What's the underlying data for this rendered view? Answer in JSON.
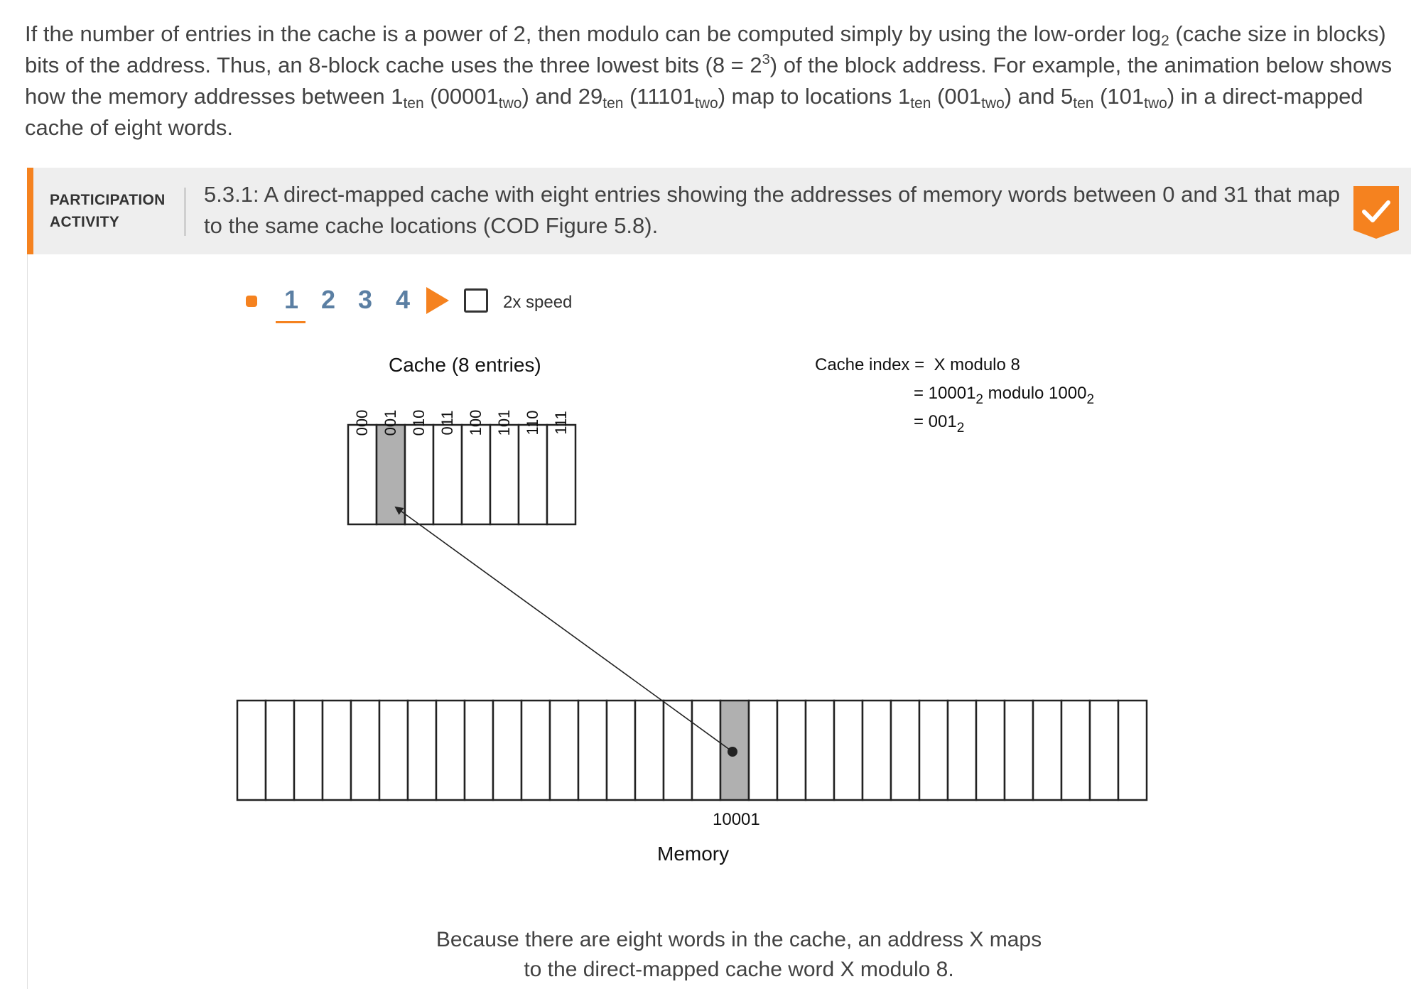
{
  "intro": {
    "p1": "If the number of entries in the cache is a power of 2, then modulo can be computed simply by using the low-order log",
    "p1_sub": "2",
    "p2": " (cache size in blocks) bits of the address. Thus, an 8-block cache uses the three lowest bits (8 = 2",
    "p2_sup": "3",
    "p3": ") of the block address. For example, the animation below shows how the memory addresses between 1",
    "sub_ten_a": "ten",
    "p4": " (00001",
    "sub_two_a": "two",
    "p5": ") and 29",
    "sub_ten_b": "ten",
    "p6": " (11101",
    "sub_two_b": "two",
    "p7": ") map to locations 1",
    "sub_ten_c": "ten",
    "p8": " (001",
    "sub_two_c": "two",
    "p9": ") and 5",
    "sub_ten_d": "ten",
    "p10": " (101",
    "sub_two_d": "two",
    "p11": ") in a direct-mapped cache of eight words."
  },
  "activity": {
    "label_line1": "PARTICIPATION",
    "label_line2": "ACTIVITY",
    "title": "5.3.1: A direct-mapped cache with eight entries showing the addresses of memory words between 0 and 31 that map to the same cache locations (COD Figure 5.8).",
    "badge_icon": "checkmark-icon",
    "accent_color": "#f5821f"
  },
  "controls": {
    "steps": [
      "1",
      "2",
      "3",
      "4"
    ],
    "active_step": 1,
    "speed_label": "2x speed",
    "play_icon": "play-icon"
  },
  "figure": {
    "cache_title": "Cache (8 entries)",
    "cache_indices": [
      "000",
      "001",
      "010",
      "011",
      "100",
      "101",
      "110",
      "111"
    ],
    "highlighted_cache_index": "001",
    "memory_title": "Memory",
    "memory_blocks": 32,
    "highlighted_memory_address": "10001",
    "highlighted_memory_block": 17,
    "highlight_color": "#b0b0b0",
    "formula": {
      "line1_left": "Cache index =",
      "line1_right": "X modulo 8",
      "line2_eq": "= 10001",
      "line2_sub1": "2",
      "line2_mid": " modulo 1000",
      "line2_sub2": "2",
      "line3_eq": "= 001",
      "line3_sub": "2"
    }
  },
  "caption": {
    "line1": "Because there are eight words in the cache, an address X maps",
    "line2": "to the direct-mapped cache word X modulo 8."
  }
}
